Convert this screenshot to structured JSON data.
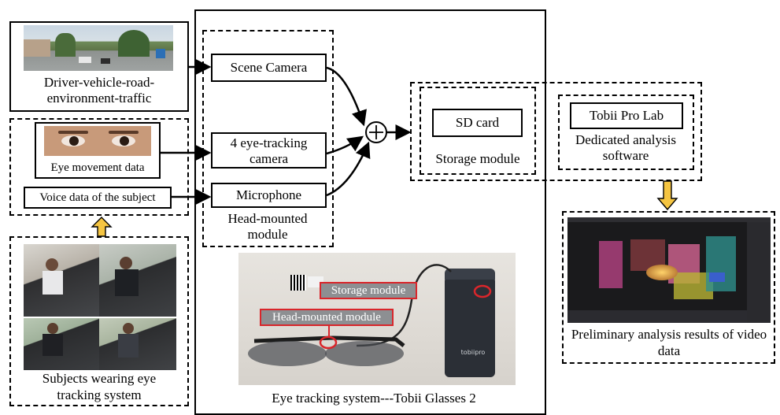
{
  "left": {
    "traffic_label": "Driver-vehicle-road-environment-traffic",
    "eye_label": "Eye movement data",
    "voice_label": "Voice data of the subject",
    "subjects_label": "Subjects wearing eye tracking system"
  },
  "head": {
    "scene_camera": "Scene Camera",
    "eye_camera": "4 eye-tracking camera",
    "microphone": "Microphone",
    "module_label": "Head-mounted module"
  },
  "storage": {
    "sd_card": "SD card",
    "module_label": "Storage module"
  },
  "analysis": {
    "tobii_pro_lab": "Tobii Pro Lab",
    "software_label": "Dedicated analysis software",
    "results_label": "Preliminary analysis results of video data"
  },
  "photo": {
    "storage_callout": "Storage module",
    "head_callout": "Head-mounted module",
    "brand": "tobiipro",
    "caption": "Eye tracking system---Tobii Glasses 2"
  },
  "colors": {
    "callout_red": "#d9262b",
    "arrow_yellow": "#f5c542"
  }
}
